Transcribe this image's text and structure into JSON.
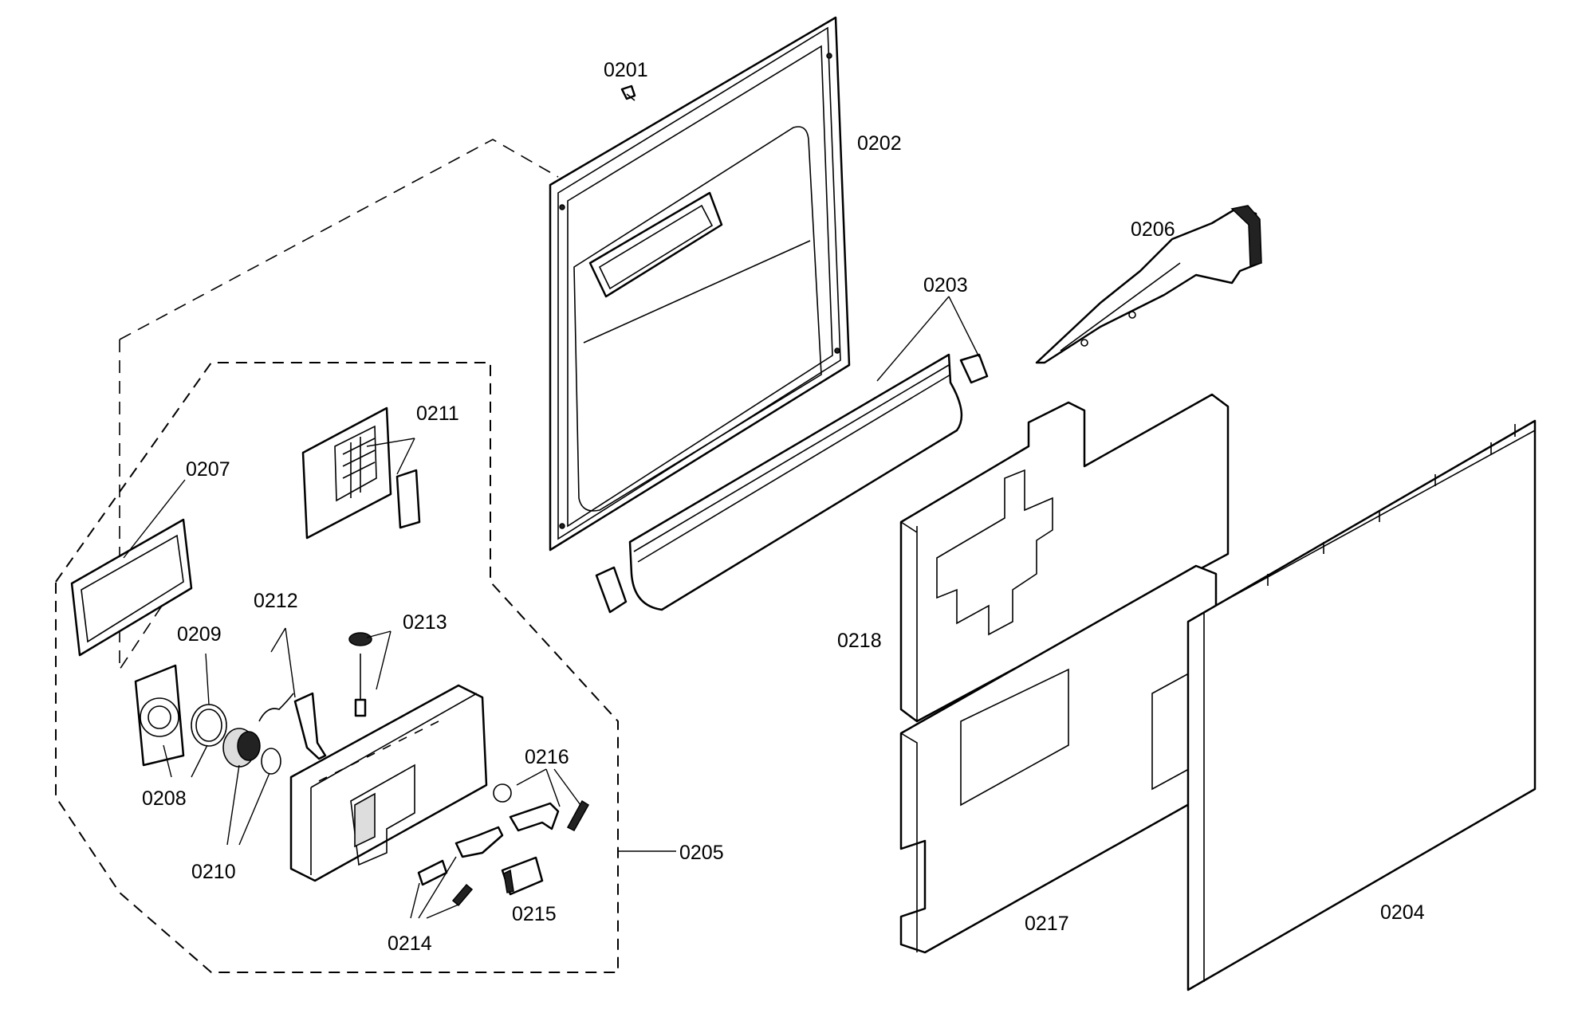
{
  "labels": {
    "p0201": "0201",
    "p0202": "0202",
    "p0203": "0203",
    "p0204": "0204",
    "p0205": "0205",
    "p0206": "0206",
    "p0207": "0207",
    "p0208": "0208",
    "p0209": "0209",
    "p0210": "0210",
    "p0211": "0211",
    "p0212": "0212",
    "p0213": "0213",
    "p0214": "0214",
    "p0215": "0215",
    "p0216": "0216",
    "p0217": "0217",
    "p0218": "0218"
  }
}
